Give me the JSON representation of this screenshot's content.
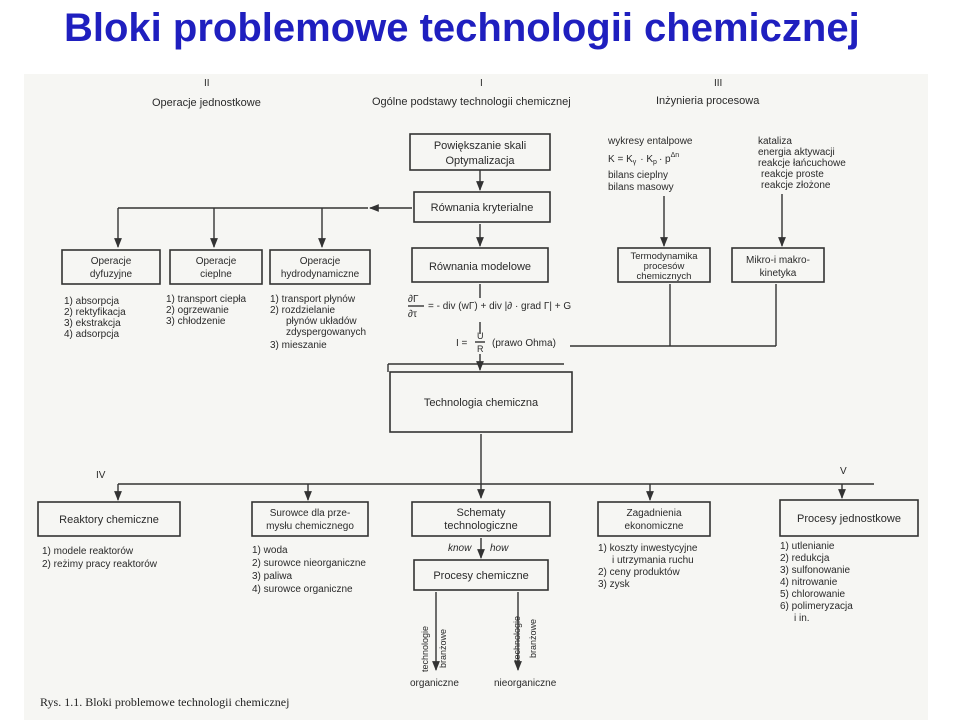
{
  "title": "Bloki problemowe technologii chemicznej",
  "roman": {
    "I": "I",
    "II": "II",
    "III": "III",
    "IV": "IV",
    "V": "V"
  },
  "headers": {
    "ops_unit": "Operacje jednostkowe",
    "general": "Ogólne podstawy technologii chemicznej",
    "engineering": "Inżynieria procesowa"
  },
  "scale_box": {
    "line1": "Powiększanie skali",
    "line2": "Optymalizacja"
  },
  "criteria_box": "Równania kryterialne",
  "enthalpy": {
    "l1": "wykresy entalpowe",
    "l2": "K = K",
    "l2sub": "γ",
    "l2b": "· K",
    "l2sub2": "p",
    "l2c": "· p",
    "l2sup": "Δn",
    "l3": "bilans cieplny",
    "l4": "bilans masowy"
  },
  "catalysis": {
    "l1": "kataliza",
    "l2": "energia aktywacji",
    "l3": "reakcje łańcuchowe",
    "l4": "reakcje proste",
    "l5": "reakcje złożone"
  },
  "op_boxes": {
    "diff": {
      "l1": "Operacje",
      "l2": "dyfuzyjne"
    },
    "heat": {
      "l1": "Operacje",
      "l2": "cieplne"
    },
    "hydro": {
      "l1": "Operacje",
      "l2": "hydrodynamiczne"
    }
  },
  "model_box": "Równania modelowe",
  "thermo_box": {
    "l1": "Termodynamika",
    "l2": "procesów",
    "l3": "chemicznych"
  },
  "kinetics_box": {
    "l1": "Mikro-i makro-",
    "l2": "kinetyka"
  },
  "diff_list": [
    "1) absorpcja",
    "2) rektyfikacja",
    "3) ekstrakcja",
    "4) adsorpcja"
  ],
  "heat_list": [
    "1) transport ciepła",
    "2) ogrzewanie",
    "3) chłodzenie"
  ],
  "hydro_list": [
    "1) transport płynów",
    "2) rozdzielanie",
    "płynów układów",
    "zdyspergowanych",
    "3) mieszanie"
  ],
  "equation": {
    "lhs": "∂Γ",
    "lhs_den": "∂τ",
    "rhs": "= - div (wΓ) + div |∂ · grad Γ| + G"
  },
  "ohm": {
    "lhs": "I =",
    "num": "U",
    "den": "R",
    "rhs": "(prawo Ohma)"
  },
  "tech_box": "Technologia chemiczna",
  "reactors_box": "Reaktory chemiczne",
  "raw_box": {
    "l1": "Surowce dla prze-",
    "l2": "mysłu chemicznego"
  },
  "schemes_box": {
    "l1": "Schematy",
    "l2": "technologiczne"
  },
  "econ_box": {
    "l1": "Zagadnienia",
    "l2": "ekonomiczne"
  },
  "unit_proc_box": "Procesy jednostkowe",
  "know": "know",
  "how": "how",
  "chem_proc_box": "Procesy chemiczne",
  "reactor_list": [
    "1) modele reaktorów",
    "2) reżimy pracy reaktorów"
  ],
  "raw_list": [
    "1) woda",
    "2) surowce nieorganiczne",
    "3) paliwa",
    "4) surowce organiczne"
  ],
  "econ_list": [
    "1) koszty inwestycyjne",
    "i utrzymania ruchu",
    "2) ceny produktów",
    "3) zysk"
  ],
  "unit_list": [
    "1) utlenianie",
    "2) redukcja",
    "3) sulfonowanie",
    "4) nitrowanie",
    "5) chlorowanie",
    "6) polimeryzacja",
    "i in."
  ],
  "branch": {
    "l1": "technologie",
    "l2": "branżowe"
  },
  "bottom": {
    "organic": "organiczne",
    "inorganic": "nieorganiczne"
  },
  "caption": "Rys. 1.1. Bloki problemowe technologii chemicznej"
}
